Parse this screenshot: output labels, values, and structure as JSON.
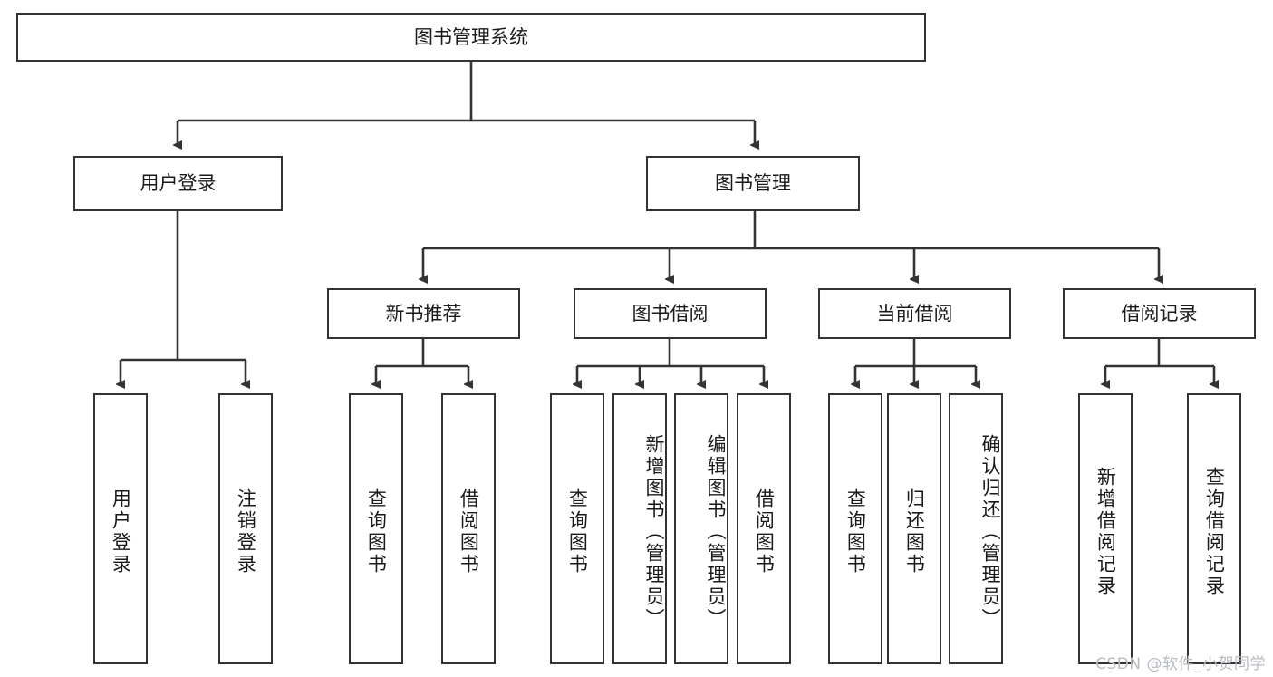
{
  "diagram": {
    "type": "tree-hierarchy",
    "title": "图书管理系统",
    "orientation": "top-down",
    "colors": {
      "node_border": "#333333",
      "node_fill": "#ffffff",
      "edge": "#333333",
      "text": "#1a1a1a",
      "watermark": "#b9bcc0"
    },
    "root": {
      "label": "图书管理系统"
    },
    "level2": [
      {
        "id": "user-login",
        "label": "用户登录"
      },
      {
        "id": "book-manage",
        "label": "图书管理"
      }
    ],
    "level3": [
      {
        "id": "new-book-rec",
        "label": "新书推荐"
      },
      {
        "id": "book-borrow",
        "label": "图书借阅"
      },
      {
        "id": "current-borrow",
        "label": "当前借阅"
      },
      {
        "id": "borrow-record",
        "label": "借阅记录"
      }
    ],
    "leaves": {
      "user_login": [
        {
          "id": "leaf-user-login",
          "label": "用户登录"
        },
        {
          "id": "leaf-logout-login",
          "label": "注销登录"
        }
      ],
      "new_book_rec": [
        {
          "id": "leaf-query-book-1",
          "label": "查询图书"
        },
        {
          "id": "leaf-borrow-book-1",
          "label": "借阅图书"
        }
      ],
      "book_borrow": [
        {
          "id": "leaf-query-book-2",
          "label": "查询图书"
        },
        {
          "id": "leaf-add-book",
          "label": "新增图书（管理员）"
        },
        {
          "id": "leaf-edit-book",
          "label": "编辑图书（管理员）"
        },
        {
          "id": "leaf-borrow-book-2",
          "label": "借阅图书"
        }
      ],
      "current_borrow": [
        {
          "id": "leaf-query-book-3",
          "label": "查询图书"
        },
        {
          "id": "leaf-return-book",
          "label": "归还图书"
        },
        {
          "id": "leaf-confirm-return",
          "label": "确认归还（管理员）"
        }
      ],
      "borrow_record": [
        {
          "id": "leaf-add-record",
          "label": "新增借阅记录"
        },
        {
          "id": "leaf-query-record",
          "label": "查询借阅记录"
        }
      ]
    }
  },
  "watermark": {
    "text": "CSDN @软件_小贺同学"
  }
}
